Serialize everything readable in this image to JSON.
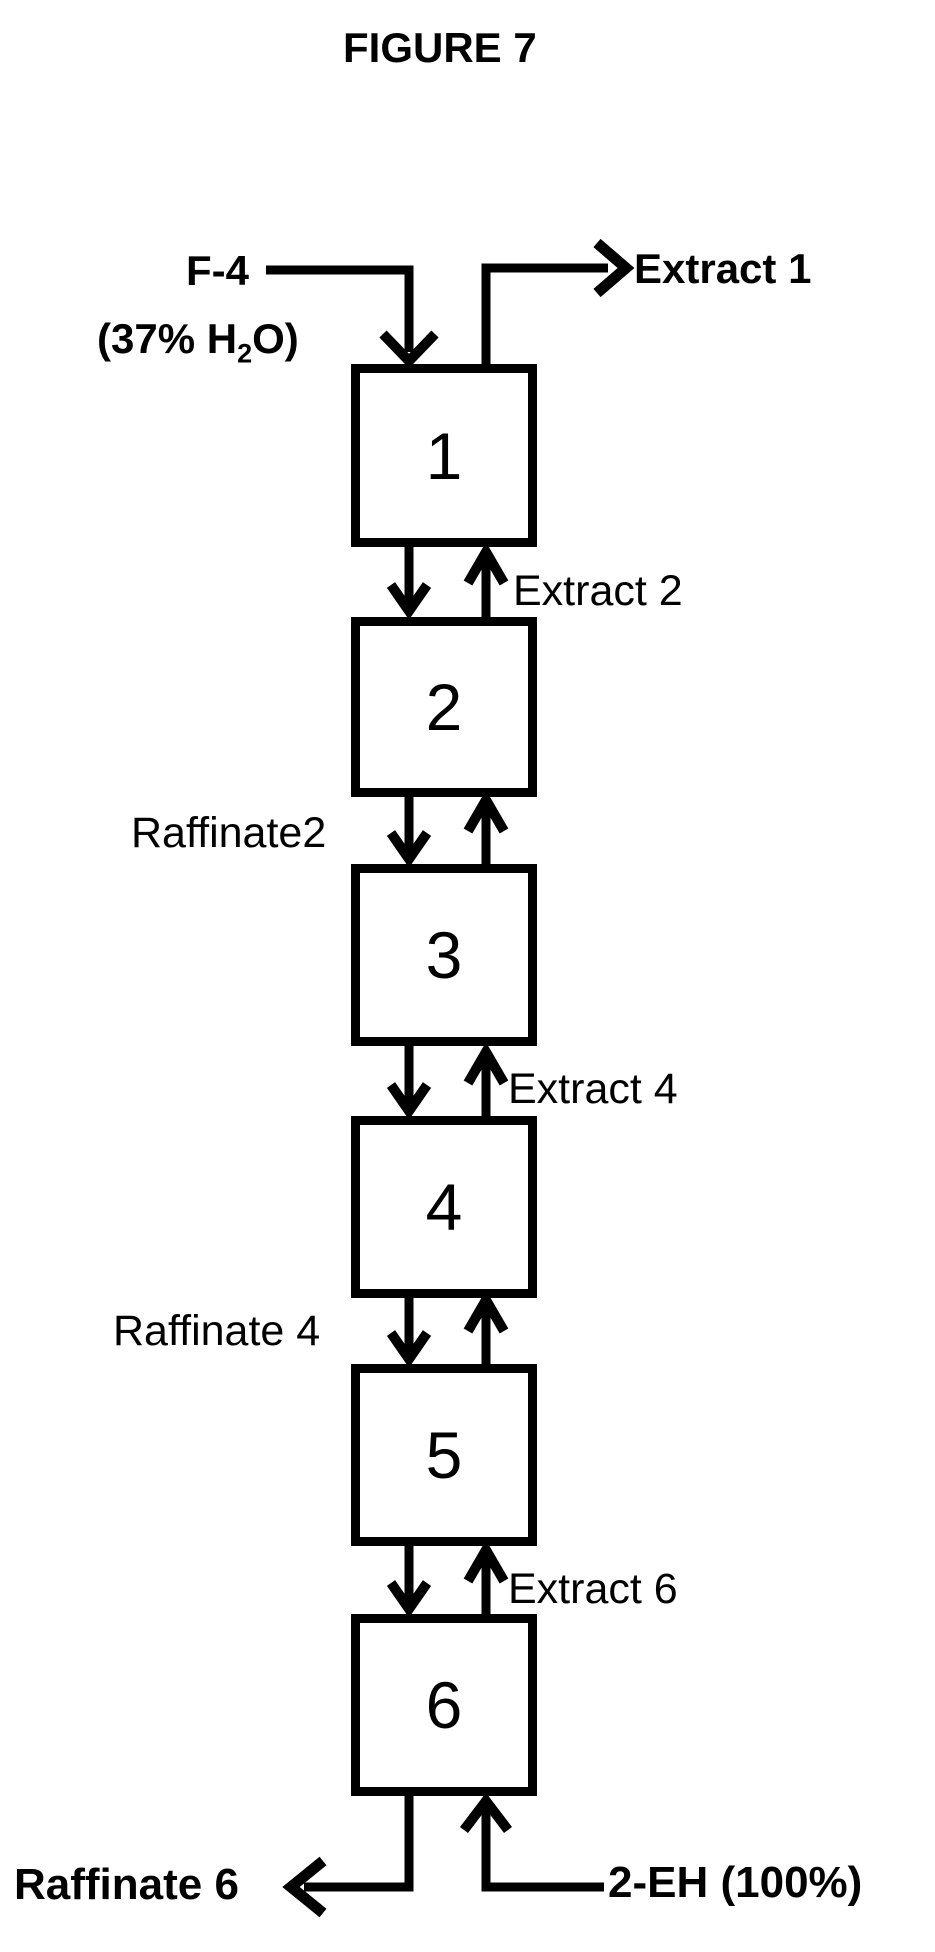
{
  "figure": {
    "title": "FIGURE 7"
  },
  "stages": [
    {
      "id": "1"
    },
    {
      "id": "2"
    },
    {
      "id": "3"
    },
    {
      "id": "4"
    },
    {
      "id": "5"
    },
    {
      "id": "6"
    }
  ],
  "streams": {
    "feed_label": "F-4",
    "feed_note_pre": "(37% H",
    "feed_note_sub": "2",
    "feed_note_post": "O)",
    "extract_1": "Extract 1",
    "extract_2": "Extract 2",
    "raffinate_2": "Raffinate2",
    "extract_4": "Extract 4",
    "raffinate_4": "Raffinate 4",
    "extract_6": "Extract 6",
    "raffinate_6": "Raffinate 6",
    "solvent_feed": "2-EH (100%)"
  },
  "colors": {
    "ink": "#000000",
    "background": "#ffffff"
  }
}
